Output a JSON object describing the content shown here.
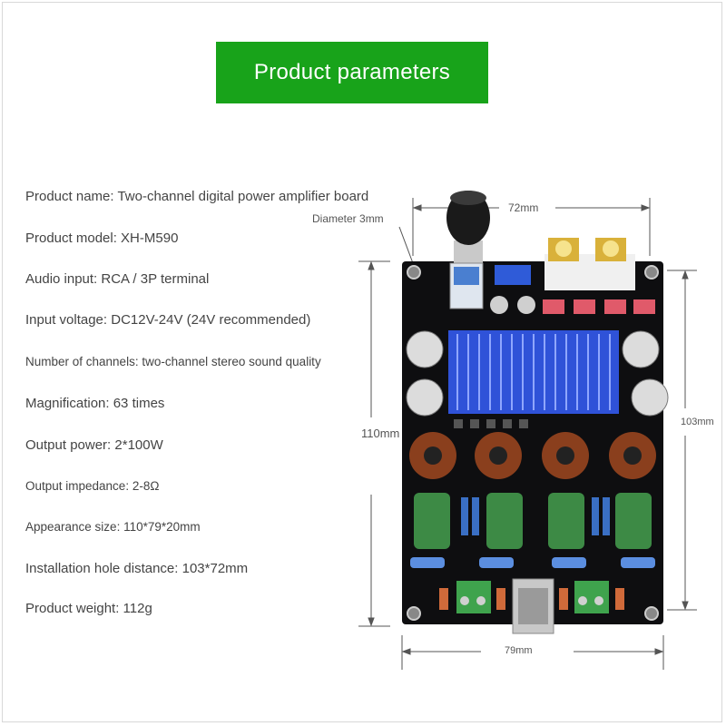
{
  "banner": {
    "title": "Product parameters"
  },
  "parameters": [
    "Product name: Two-channel digital power amplifier board",
    "Product model: XH-M590",
    "Audio input: RCA / 3P terminal",
    "Input voltage: DC12V-24V (24V recommended)",
    "Number of channels: two-channel stereo sound quality",
    "Magnification: 63 times",
    "Output power: 2*100W",
    "Output impedance: 2-8Ω",
    "Appearance size: 110*79*20mm",
    "Installation hole distance: 103*72mm",
    "Product weight: 112g"
  ],
  "dimensions": {
    "top_width": "72mm",
    "diameter": "Diameter 3mm",
    "left_height": "110mm",
    "right_height": "103mm",
    "bottom_width": "79mm"
  },
  "colors": {
    "banner": "#18a31a",
    "pcb": "#0e0e10",
    "heatsink": "#2f52d8",
    "capacitor_film": "#3d8a45",
    "terminal": "#3fa34d"
  }
}
